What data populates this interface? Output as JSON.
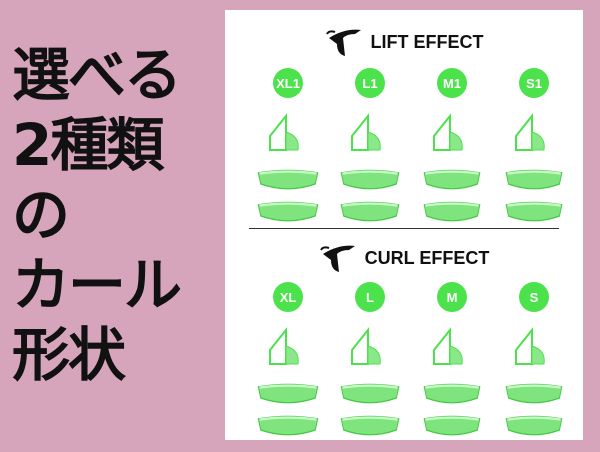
{
  "left_heading": {
    "lines": [
      "選べる",
      "2種類",
      "の",
      "カール",
      "形状"
    ]
  },
  "lift_section": {
    "title": "LIFT EFFECT",
    "sizes": [
      "XL1",
      "L1",
      "M1",
      "S1"
    ]
  },
  "curl_section": {
    "title": "CURL EFFECT",
    "sizes": [
      "XL",
      "L",
      "M",
      "S"
    ]
  },
  "colors": {
    "background": "#d7a5bb",
    "panel": "#ffffff",
    "accent_green": "#4ce24c",
    "pad_green": "#59e35a"
  },
  "icons": {
    "section_logo": "eyelash-logo-icon",
    "profile": "curl-profile-icon",
    "pad": "silicone-pad-icon"
  }
}
